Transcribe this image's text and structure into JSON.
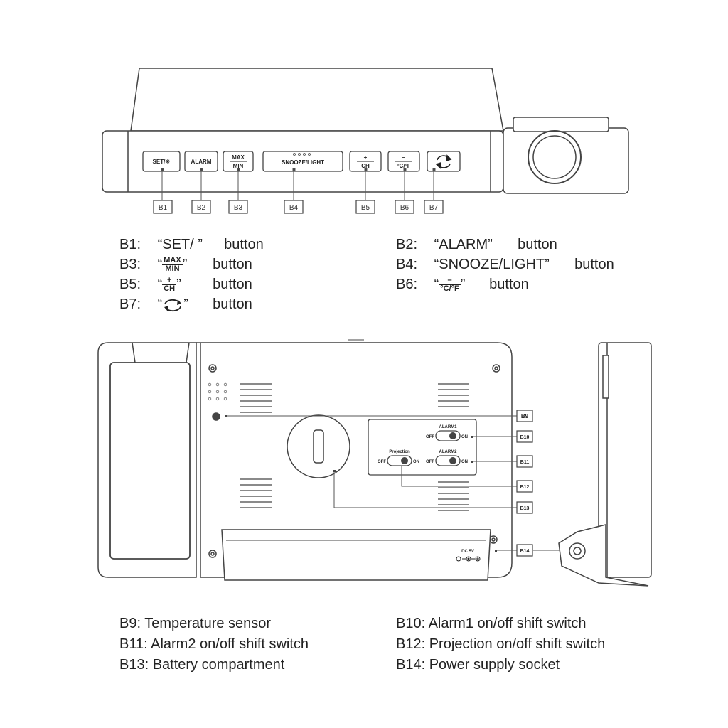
{
  "front_panel": {
    "buttons": [
      {
        "id": "B1",
        "text": "SET/☀"
      },
      {
        "id": "B2",
        "text": "ALARM"
      },
      {
        "id": "B3",
        "top": "MAX",
        "bottom": "MIN"
      },
      {
        "id": "B4",
        "text": "SNOOZE/LIGHT"
      },
      {
        "id": "B5",
        "top": "+",
        "bottom": "CH"
      },
      {
        "id": "B6",
        "top": "–",
        "bottom": "°C/°F"
      },
      {
        "id": "B7",
        "text": ""
      }
    ]
  },
  "button_legend": {
    "b1": {
      "code": "B1:",
      "quote": "“SET/ ”",
      "word": "button"
    },
    "b2": {
      "code": "B2:",
      "quote": "“ALARM”",
      "word": "button"
    },
    "b3": {
      "code": "B3:",
      "top": "MAX",
      "bottom": "MIN",
      "word": "button"
    },
    "b4": {
      "code": "B4:",
      "quote": "“SNOOZE/LIGHT”",
      "word": "button"
    },
    "b5": {
      "code": "B5:",
      "top": "+",
      "bottom": "CH",
      "word": "button"
    },
    "b6": {
      "code": "B6:",
      "top": "–",
      "bottom": "°C/°F",
      "word": "button"
    },
    "b7": {
      "code": "B7:",
      "word": "button"
    }
  },
  "back_panel": {
    "callouts": [
      "B9",
      "B10",
      "B11",
      "B12",
      "B13",
      "B14"
    ],
    "alarm1_label": "ALARM1",
    "alarm2_label": "ALARM2",
    "projection_label": "Projection",
    "off": "OFF",
    "on": "ON",
    "dc_label": "DC 5V"
  },
  "part_legend": {
    "b9": "B9: Temperature sensor",
    "b10": "B10: Alarm1 on/off shift switch",
    "b11": "B11: Alarm2 on/off shift switch",
    "b12": "B12: Projection on/off shift switch",
    "b13": "B13: Battery compartment",
    "b14": "B14: Power supply socket"
  },
  "colors": {
    "line": "#444444",
    "text": "#222222",
    "background": "#ffffff"
  }
}
